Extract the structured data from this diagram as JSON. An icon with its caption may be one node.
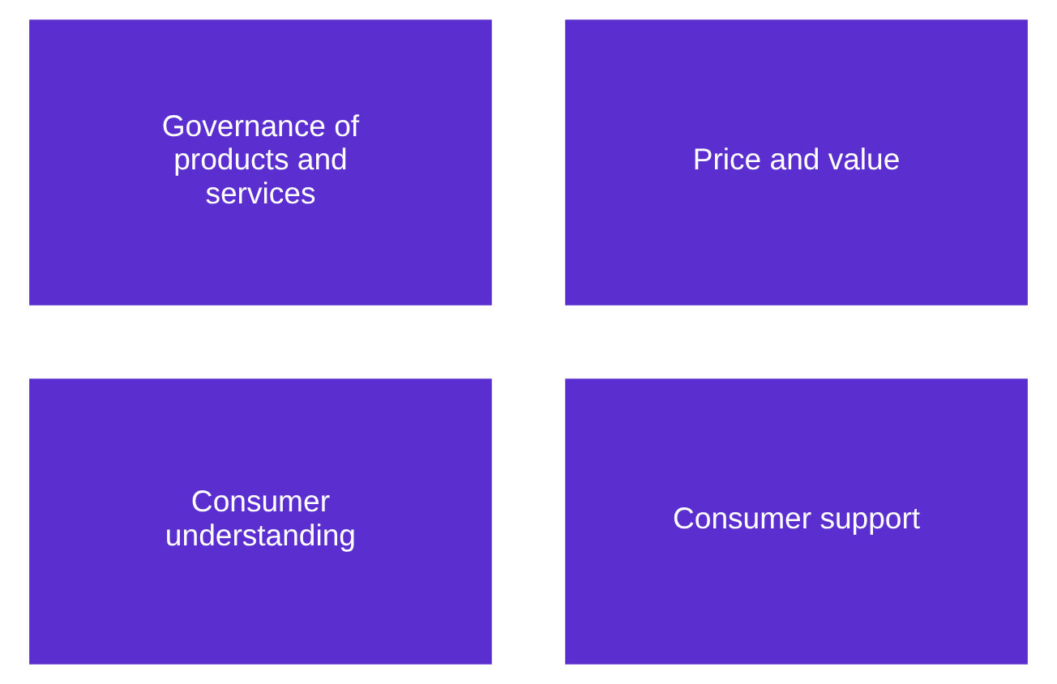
{
  "diagram": {
    "nodes": [
      {
        "text": [
          "Governance of products and services"
        ]
      },
      {
        "text": [
          "Price and value"
        ]
      },
      {
        "text": [
          "Consumer understanding"
        ]
      },
      {
        "text": [
          "Consumer support"
        ]
      }
    ]
  }
}
